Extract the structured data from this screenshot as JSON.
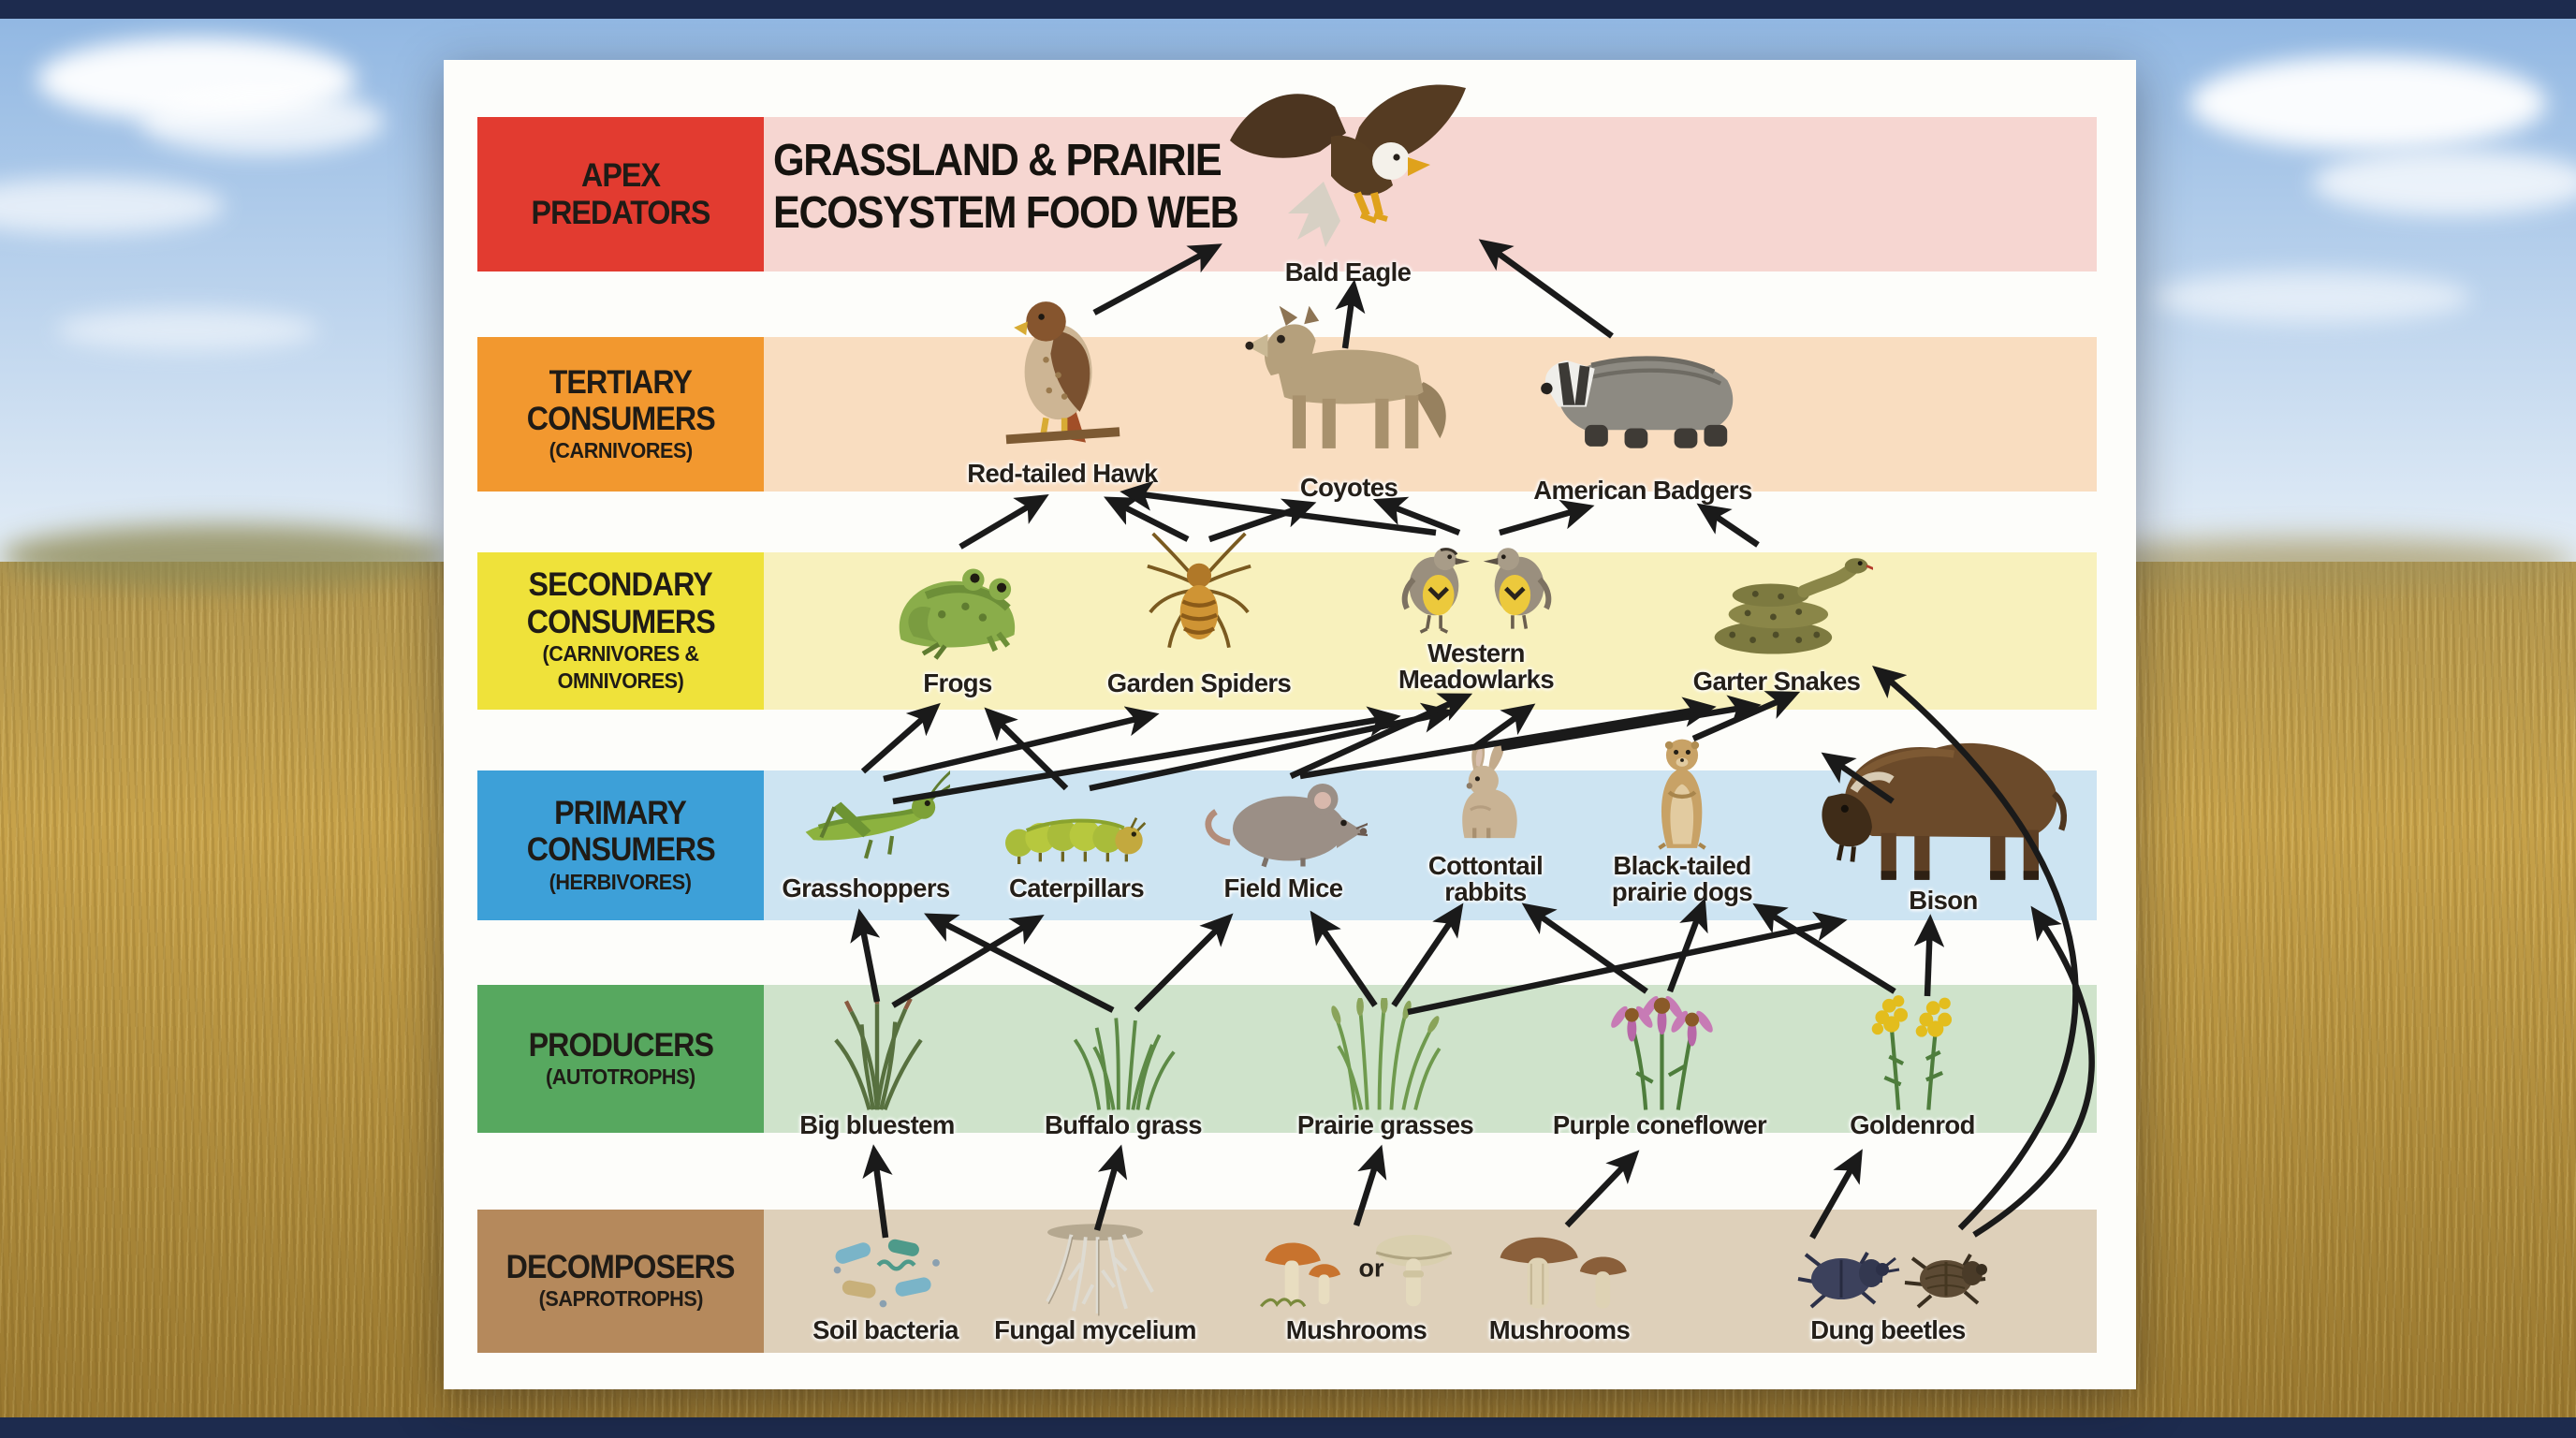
{
  "title": {
    "line1": "GRASSLAND & PRAIRIE",
    "line2": "ECOSYSTEM FOOD WEB"
  },
  "or_label": "or",
  "colors": {
    "arrow": "#1a1a1a",
    "panel": "#fdfdfa",
    "navy_bar": "#1d2b4e",
    "sky_top": "#8fb6e2",
    "sky_low": "#e9f1f8",
    "grass_top": "#b3974f",
    "grass_mid": "#c7a24a",
    "grass_low": "#97762e"
  },
  "trophic_levels": [
    {
      "id": "apex",
      "lines": [
        "APEX PREDATORS"
      ],
      "block_color": "#e23b30",
      "band_color": "#f6d6d1"
    },
    {
      "id": "tertiary",
      "lines": [
        "TERTIARY",
        "CONSUMERS",
        "(CARNIVORES)"
      ],
      "block_color": "#f2982f",
      "band_color": "#f9ddc0"
    },
    {
      "id": "secondary",
      "lines": [
        "SECONDARY",
        "CONSUMERS",
        "(CARNIVORES & OMNIVORES)"
      ],
      "block_color": "#efe23a",
      "band_color": "#f8f1bd"
    },
    {
      "id": "primary",
      "lines": [
        "PRIMARY",
        "CONSUMERS",
        "(HERBIVORES)"
      ],
      "block_color": "#3da0d8",
      "band_color": "#cde4f2"
    },
    {
      "id": "producers",
      "lines": [
        "PRODUCERS",
        "(AUTOTROPHS)"
      ],
      "block_color": "#57a85f",
      "band_color": "#cfe3cb"
    },
    {
      "id": "decomposers",
      "lines": [
        "DECOMPOSERS",
        "(SAPROTROPHS)"
      ],
      "block_color": "#b5895c",
      "band_color": "#ded0ba"
    }
  ],
  "organisms": [
    {
      "id": "bald-eagle",
      "level": "apex",
      "label": "Bald Eagle",
      "icon": "eagle"
    },
    {
      "id": "red-tailed-hawk",
      "level": "tertiary",
      "label": "Red-tailed Hawk",
      "icon": "hawk"
    },
    {
      "id": "coyotes",
      "level": "tertiary",
      "label": "Coyotes",
      "icon": "coyote"
    },
    {
      "id": "american-badgers",
      "level": "tertiary",
      "label": "American Badgers",
      "icon": "badger"
    },
    {
      "id": "frogs",
      "level": "secondary",
      "label": "Frogs",
      "icon": "frog"
    },
    {
      "id": "garden-spiders",
      "level": "secondary",
      "label": "Garden Spiders",
      "icon": "spider"
    },
    {
      "id": "western-meadowlarks",
      "level": "secondary",
      "label": "Western\nMeadowlarks",
      "icon": "meadowlark"
    },
    {
      "id": "garter-snakes",
      "level": "secondary",
      "label": "Garter Snakes",
      "icon": "snake"
    },
    {
      "id": "grasshoppers",
      "level": "primary",
      "label": "Grasshoppers",
      "icon": "grasshopper"
    },
    {
      "id": "caterpillars",
      "level": "primary",
      "label": "Caterpillars",
      "icon": "caterpillar"
    },
    {
      "id": "field-mice",
      "level": "primary",
      "label": "Field Mice",
      "icon": "mouse"
    },
    {
      "id": "cottontail-rabbits",
      "level": "primary",
      "label": "Cottontail\nrabbits",
      "icon": "rabbit"
    },
    {
      "id": "prairie-dogs",
      "level": "primary",
      "label": "Black-tailed\nprairie dogs",
      "icon": "prairie-dog"
    },
    {
      "id": "bison",
      "level": "primary",
      "label": "Bison",
      "icon": "bison"
    },
    {
      "id": "big-bluestem",
      "level": "producers",
      "label": "Big bluestem",
      "icon": "grass-bluestem"
    },
    {
      "id": "buffalo-grass",
      "level": "producers",
      "label": "Buffalo grass",
      "icon": "grass-buffalo"
    },
    {
      "id": "prairie-grasses",
      "level": "producers",
      "label": "Prairie grasses",
      "icon": "grass-prairie"
    },
    {
      "id": "purple-coneflower",
      "level": "producers",
      "label": "Purple coneflower",
      "icon": "coneflower"
    },
    {
      "id": "goldenrod",
      "level": "producers",
      "label": "Goldenrod",
      "icon": "goldenrod"
    },
    {
      "id": "soil-bacteria",
      "level": "decomposers",
      "label": "Soil bacteria",
      "icon": "bacteria"
    },
    {
      "id": "fungal-mycelium",
      "level": "decomposers",
      "label": "Fungal mycelium",
      "icon": "mycelium"
    },
    {
      "id": "mushrooms-1",
      "level": "decomposers",
      "label": "Mushrooms",
      "icon": "mushrooms-a"
    },
    {
      "id": "mushrooms-2",
      "level": "decomposers",
      "label": "Mushrooms",
      "icon": "mushrooms-b"
    },
    {
      "id": "dung-beetles",
      "level": "decomposers",
      "label": "Dung beetles",
      "icon": "beetles"
    }
  ],
  "edges": [
    {
      "from": "red-tailed-hawk",
      "to": "bald-eagle"
    },
    {
      "from": "coyotes",
      "to": "bald-eagle"
    },
    {
      "from": "american-badgers",
      "to": "bald-eagle"
    },
    {
      "from": "frogs",
      "to": "red-tailed-hawk"
    },
    {
      "from": "garden-spiders",
      "to": "red-tailed-hawk"
    },
    {
      "from": "garden-spiders",
      "to": "coyotes"
    },
    {
      "from": "western-meadowlarks",
      "to": "red-tailed-hawk"
    },
    {
      "from": "western-meadowlarks",
      "to": "coyotes"
    },
    {
      "from": "western-meadowlarks",
      "to": "american-badgers"
    },
    {
      "from": "garter-snakes",
      "to": "american-badgers"
    },
    {
      "from": "grasshoppers",
      "to": "frogs"
    },
    {
      "from": "grasshoppers",
      "to": "garden-spiders"
    },
    {
      "from": "grasshoppers",
      "to": "western-meadowlarks"
    },
    {
      "from": "caterpillars",
      "to": "frogs"
    },
    {
      "from": "caterpillars",
      "to": "western-meadowlarks"
    },
    {
      "from": "field-mice",
      "to": "garter-snakes"
    },
    {
      "from": "field-mice",
      "to": "western-meadowlarks"
    },
    {
      "from": "cottontail-rabbits",
      "to": "western-meadowlarks"
    },
    {
      "from": "cottontail-rabbits",
      "to": "garter-snakes"
    },
    {
      "from": "prairie-dogs",
      "to": "garter-snakes"
    },
    {
      "from": "bison",
      "to": "garter-snakes"
    },
    {
      "from": "big-bluestem",
      "to": "grasshoppers"
    },
    {
      "from": "big-bluestem",
      "to": "caterpillars"
    },
    {
      "from": "buffalo-grass",
      "to": "grasshoppers"
    },
    {
      "from": "buffalo-grass",
      "to": "field-mice"
    },
    {
      "from": "prairie-grasses",
      "to": "field-mice"
    },
    {
      "from": "prairie-grasses",
      "to": "cottontail-rabbits"
    },
    {
      "from": "prairie-grasses",
      "to": "bison"
    },
    {
      "from": "purple-coneflower",
      "to": "cottontail-rabbits"
    },
    {
      "from": "purple-coneflower",
      "to": "prairie-dogs"
    },
    {
      "from": "goldenrod",
      "to": "prairie-dogs"
    },
    {
      "from": "goldenrod",
      "to": "bison"
    },
    {
      "from": "soil-bacteria",
      "to": "big-bluestem"
    },
    {
      "from": "fungal-mycelium",
      "to": "buffalo-grass"
    },
    {
      "from": "mushrooms-1",
      "to": "prairie-grasses"
    },
    {
      "from": "mushrooms-2",
      "to": "purple-coneflower"
    },
    {
      "from": "dung-beetles",
      "to": "goldenrod"
    },
    {
      "from": "dung-beetles",
      "to": "garter-snakes"
    },
    {
      "from": "dung-beetles",
      "to": "bison"
    }
  ]
}
